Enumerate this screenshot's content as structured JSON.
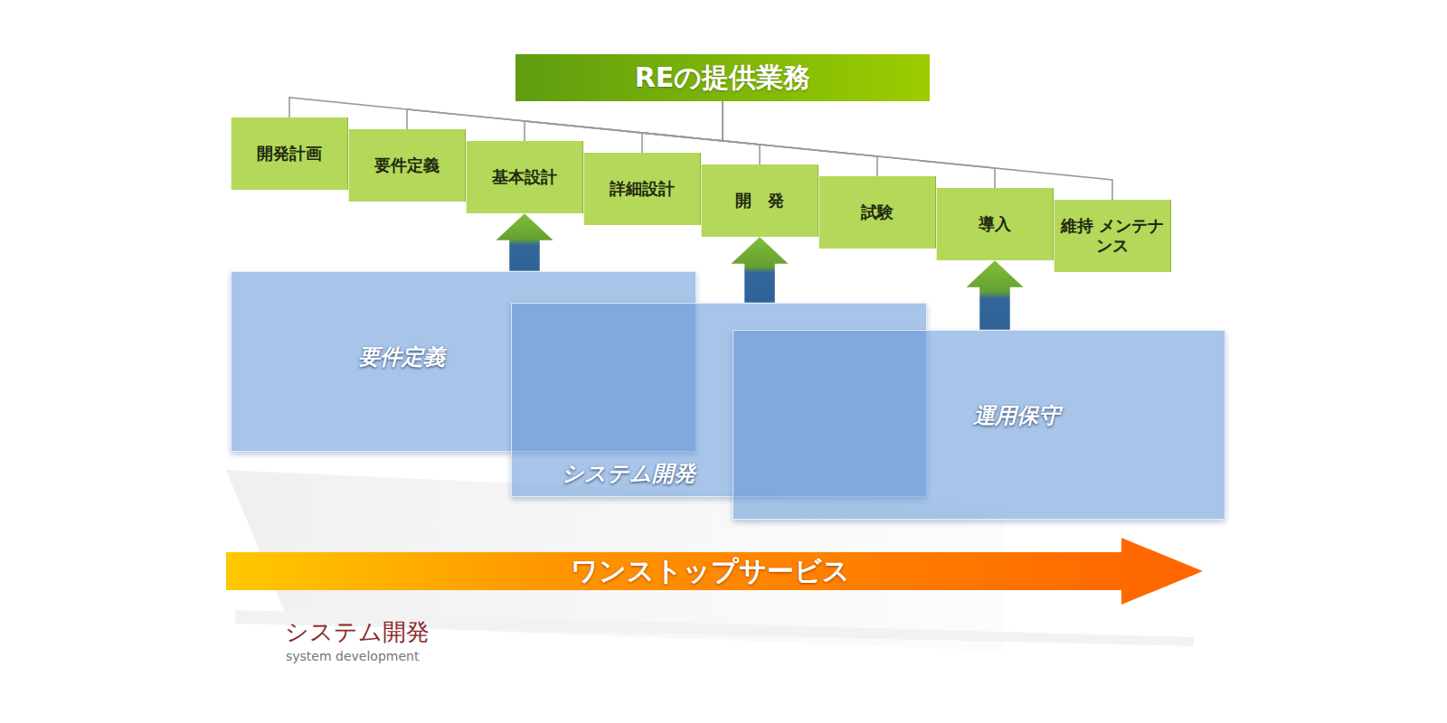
{
  "diagram": {
    "nodes": [
      {
        "text": [
          "REの提供業務"
        ]
      },
      {
        "text": [
          "開発計画"
        ]
      },
      {
        "text": [
          "要件定義"
        ]
      },
      {
        "text": [
          "基本設計"
        ]
      },
      {
        "text": [
          "詳細設計"
        ]
      },
      {
        "text": [
          "開　発"
        ]
      },
      {
        "text": [
          "試験"
        ]
      },
      {
        "text": [
          "導入"
        ]
      },
      {
        "text": [
          "維持 メンテナンス"
        ]
      },
      {
        "text": [
          "要件定義"
        ]
      },
      {
        "text": [
          "システム開発"
        ]
      },
      {
        "text": [
          "運用保守"
        ]
      },
      {
        "text": [
          "ワンストップサービス"
        ]
      }
    ],
    "edges": [
      {
        "from": 0,
        "to": 1,
        "arrow": "none"
      },
      {
        "from": 0,
        "to": 2,
        "arrow": "none"
      },
      {
        "from": 0,
        "to": 3,
        "arrow": "none"
      },
      {
        "from": 0,
        "to": 4,
        "arrow": "none"
      },
      {
        "from": 0,
        "to": 5,
        "arrow": "none"
      },
      {
        "from": 0,
        "to": 6,
        "arrow": "none"
      },
      {
        "from": 0,
        "to": 7,
        "arrow": "none"
      },
      {
        "from": 0,
        "to": 8,
        "arrow": "none"
      },
      {
        "from": 9,
        "to": 3,
        "arrow": "to"
      },
      {
        "from": 10,
        "to": 5,
        "arrow": "to"
      },
      {
        "from": 11,
        "to": 7,
        "arrow": "to"
      }
    ],
    "labels": [
      "システム開発",
      "system development"
    ]
  }
}
